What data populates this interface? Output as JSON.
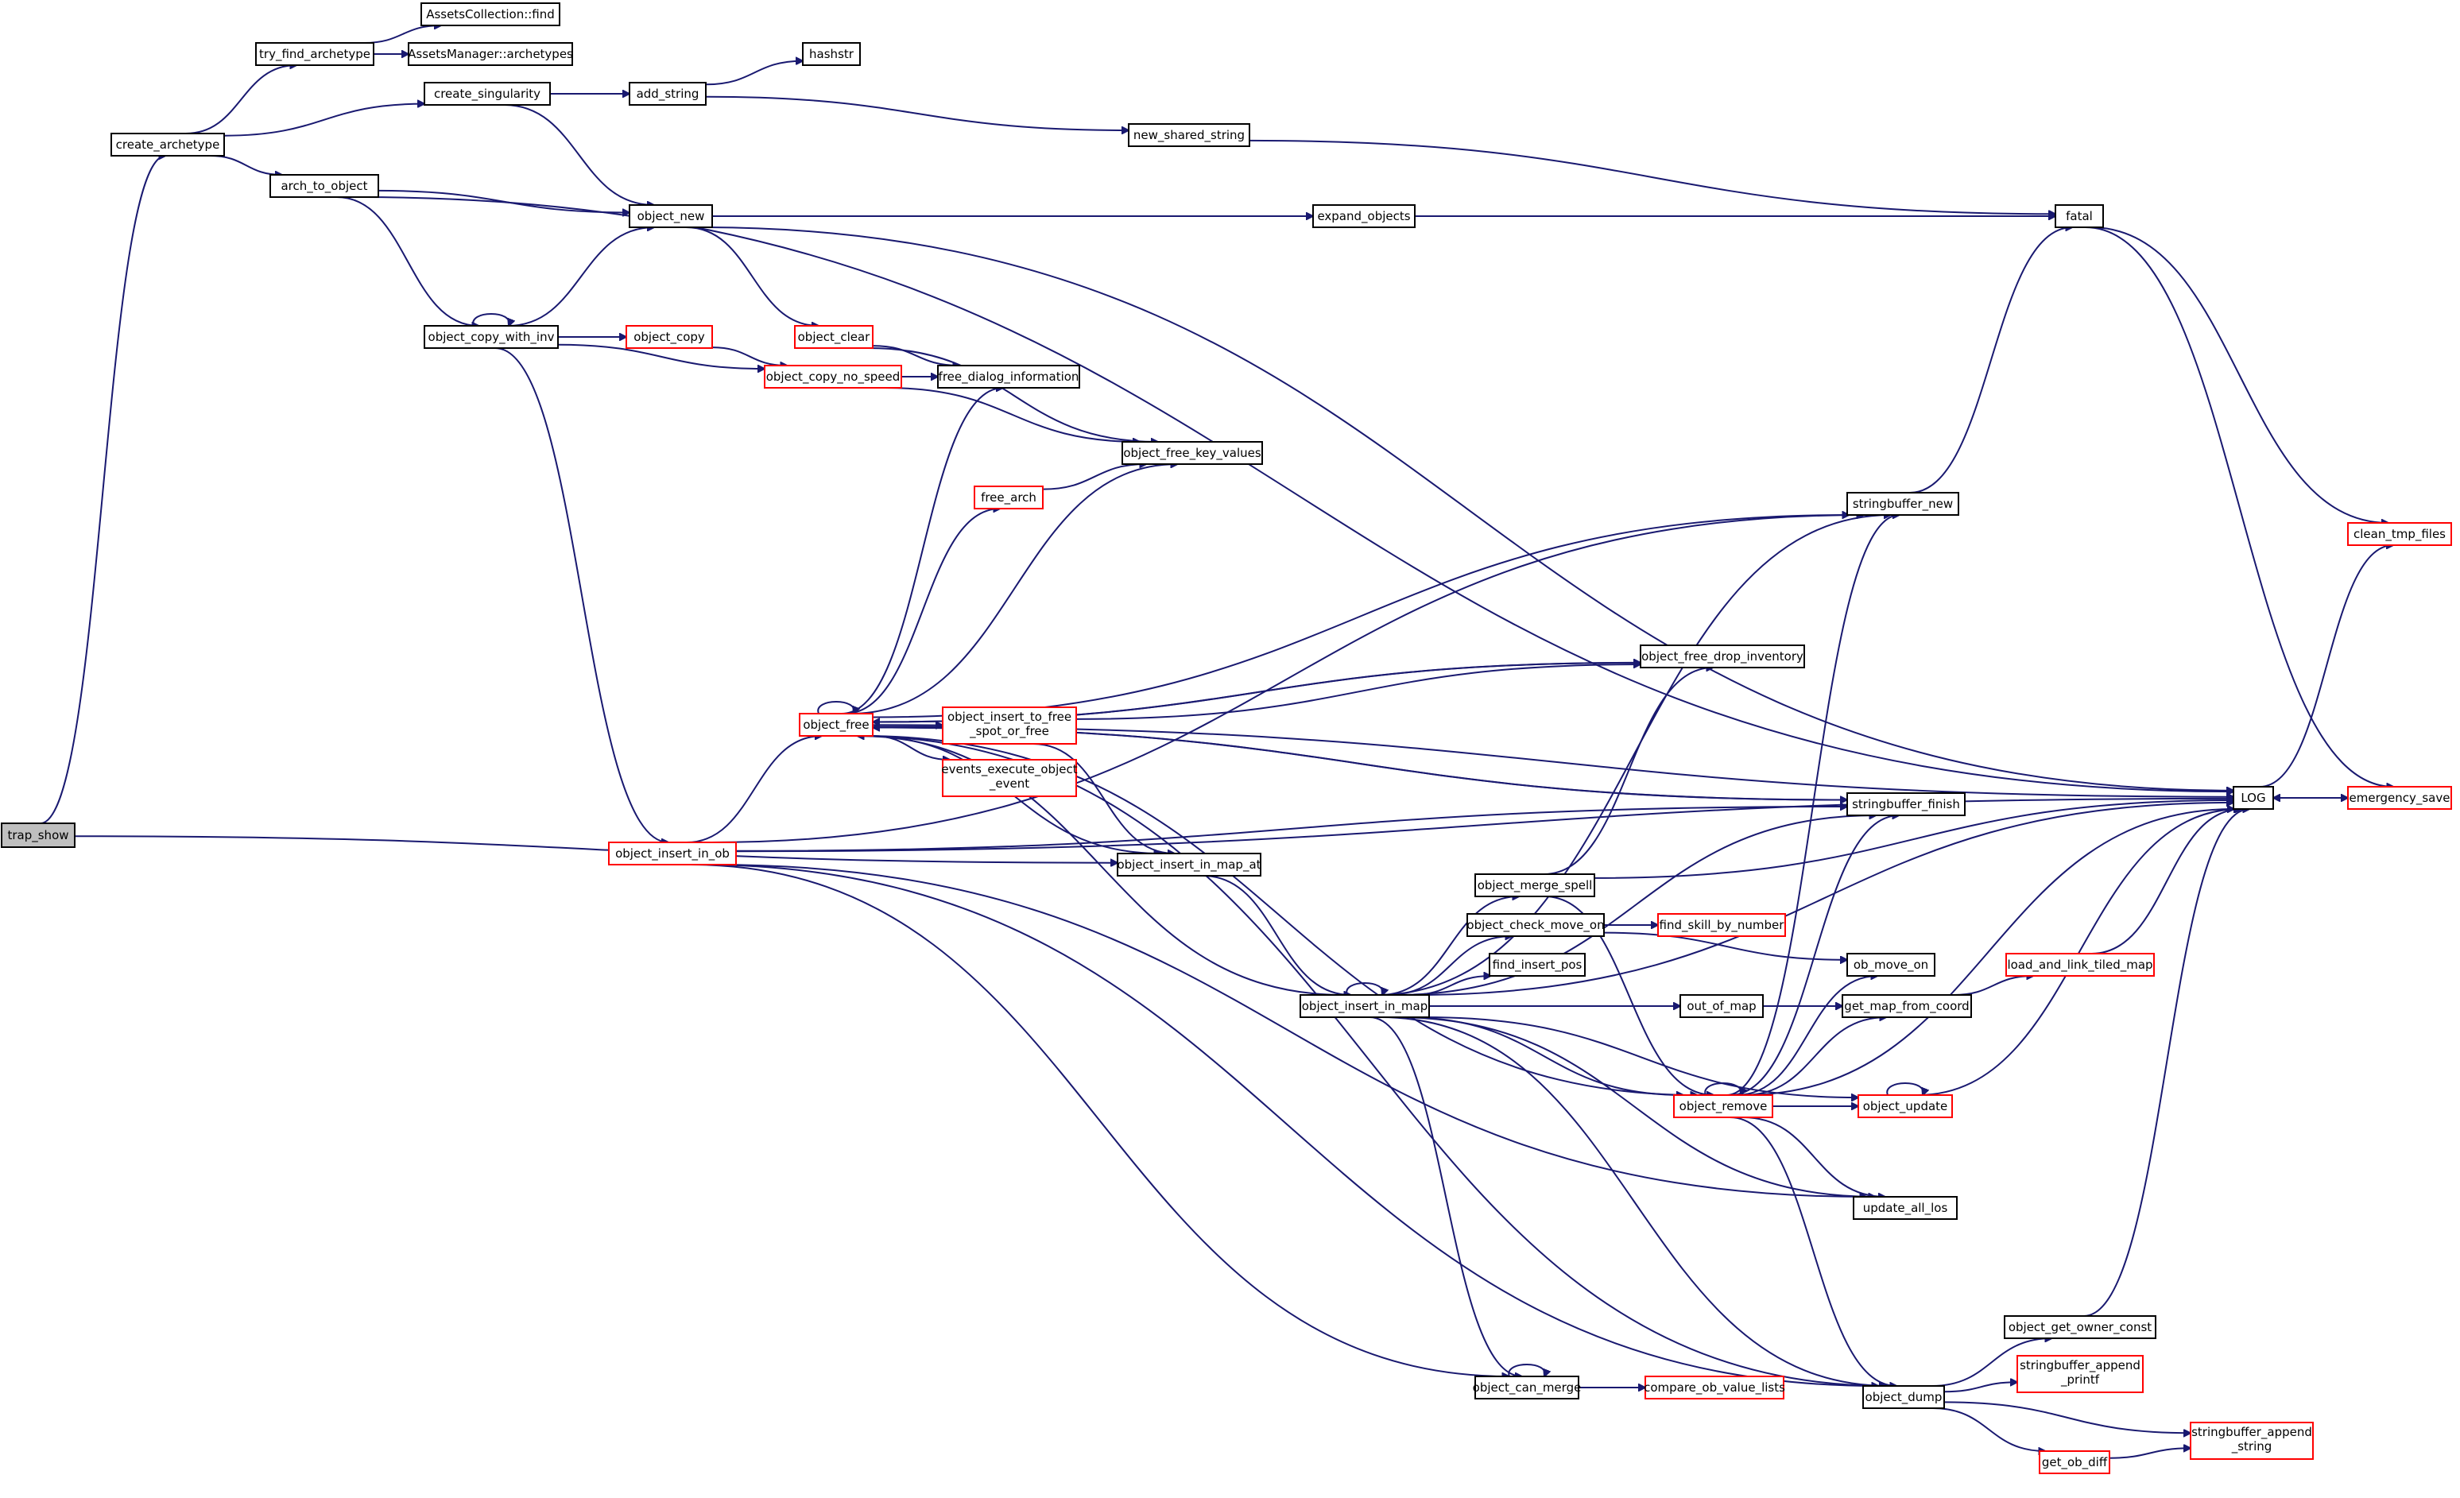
{
  "nodes": [
    {
      "id": "trap_show",
      "lines": [
        "trap_show"
      ],
      "root": true
    },
    {
      "id": "create_archetype",
      "lines": [
        "create_archetype"
      ]
    },
    {
      "id": "try_find_archetype",
      "lines": [
        "try_find_archetype"
      ]
    },
    {
      "id": "AssetsCollection_find",
      "lines": [
        "AssetsCollection::find"
      ]
    },
    {
      "id": "AssetsManager_archetypes",
      "lines": [
        "AssetsManager::archetypes"
      ]
    },
    {
      "id": "create_singularity",
      "lines": [
        "create_singularity"
      ]
    },
    {
      "id": "add_string",
      "lines": [
        "add_string"
      ]
    },
    {
      "id": "hashstr",
      "lines": [
        "hashstr"
      ]
    },
    {
      "id": "new_shared_string",
      "lines": [
        "new_shared_string"
      ]
    },
    {
      "id": "arch_to_object",
      "lines": [
        "arch_to_object"
      ]
    },
    {
      "id": "object_new",
      "lines": [
        "object_new"
      ]
    },
    {
      "id": "expand_objects",
      "lines": [
        "expand_objects"
      ]
    },
    {
      "id": "fatal",
      "lines": [
        "fatal"
      ]
    },
    {
      "id": "object_copy_with_inv",
      "lines": [
        "object_copy_with_inv"
      ]
    },
    {
      "id": "object_copy",
      "lines": [
        "object_copy"
      ],
      "red": true
    },
    {
      "id": "object_clear",
      "lines": [
        "object_clear"
      ],
      "red": true
    },
    {
      "id": "object_copy_no_speed",
      "lines": [
        "object_copy_no_speed"
      ],
      "red": true
    },
    {
      "id": "free_dialog_information",
      "lines": [
        "free_dialog_information"
      ]
    },
    {
      "id": "object_free_key_values",
      "lines": [
        "object_free_key_values"
      ]
    },
    {
      "id": "free_arch",
      "lines": [
        "free_arch"
      ],
      "red": true
    },
    {
      "id": "stringbuffer_new",
      "lines": [
        "stringbuffer_new"
      ]
    },
    {
      "id": "clean_tmp_files",
      "lines": [
        "clean_tmp_files"
      ],
      "red": true
    },
    {
      "id": "object_free_drop_inventory",
      "lines": [
        "object_free_drop_inventory"
      ]
    },
    {
      "id": "object_free",
      "lines": [
        "object_free"
      ],
      "red": true
    },
    {
      "id": "object_insert_to_free_spot_or_free",
      "lines": [
        "object_insert_to_free",
        "_spot_or_free"
      ],
      "red": true
    },
    {
      "id": "events_execute_object_event",
      "lines": [
        "events_execute_object",
        "_event"
      ],
      "red": true
    },
    {
      "id": "stringbuffer_finish",
      "lines": [
        "stringbuffer_finish"
      ]
    },
    {
      "id": "LOG",
      "lines": [
        "LOG"
      ]
    },
    {
      "id": "emergency_save",
      "lines": [
        "emergency_save"
      ],
      "red": true
    },
    {
      "id": "object_insert_in_ob",
      "lines": [
        "object_insert_in_ob"
      ],
      "red": true
    },
    {
      "id": "object_insert_in_map_at",
      "lines": [
        "object_insert_in_map_at"
      ]
    },
    {
      "id": "object_merge_spell",
      "lines": [
        "object_merge_spell"
      ]
    },
    {
      "id": "object_check_move_on",
      "lines": [
        "object_check_move_on"
      ]
    },
    {
      "id": "find_skill_by_number",
      "lines": [
        "find_skill_by_number"
      ],
      "red": true
    },
    {
      "id": "ob_move_on",
      "lines": [
        "ob_move_on"
      ]
    },
    {
      "id": "load_and_link_tiled_map",
      "lines": [
        "load_and_link_tiled_map"
      ],
      "red": true
    },
    {
      "id": "find_insert_pos",
      "lines": [
        "find_insert_pos"
      ]
    },
    {
      "id": "object_insert_in_map",
      "lines": [
        "object_insert_in_map"
      ]
    },
    {
      "id": "out_of_map",
      "lines": [
        "out_of_map"
      ]
    },
    {
      "id": "get_map_from_coord",
      "lines": [
        "get_map_from_coord"
      ]
    },
    {
      "id": "object_remove",
      "lines": [
        "object_remove"
      ],
      "red": true
    },
    {
      "id": "object_update",
      "lines": [
        "object_update"
      ],
      "red": true
    },
    {
      "id": "update_all_los",
      "lines": [
        "update_all_los"
      ]
    },
    {
      "id": "object_get_owner_const",
      "lines": [
        "object_get_owner_const"
      ]
    },
    {
      "id": "stringbuffer_append_printf",
      "lines": [
        "stringbuffer_append",
        "_printf"
      ],
      "red": true
    },
    {
      "id": "object_can_merge",
      "lines": [
        "object_can_merge"
      ]
    },
    {
      "id": "compare_ob_value_lists",
      "lines": [
        "compare_ob_value_lists"
      ],
      "red": true
    },
    {
      "id": "object_dump",
      "lines": [
        "object_dump"
      ]
    },
    {
      "id": "stringbuffer_append_string",
      "lines": [
        "stringbuffer_append",
        "_string"
      ],
      "red": true
    },
    {
      "id": "get_ob_diff",
      "lines": [
        "get_ob_diff"
      ],
      "red": true
    }
  ],
  "edges": [
    [
      "trap_show",
      "create_archetype"
    ],
    [
      "trap_show",
      "object_insert_in_map_at"
    ],
    [
      "create_archetype",
      "try_find_archetype"
    ],
    [
      "create_archetype",
      "create_singularity"
    ],
    [
      "create_archetype",
      "arch_to_object"
    ],
    [
      "try_find_archetype",
      "AssetsCollection_find"
    ],
    [
      "try_find_archetype",
      "AssetsManager_archetypes"
    ],
    [
      "create_singularity",
      "add_string"
    ],
    [
      "create_singularity",
      "object_new"
    ],
    [
      "add_string",
      "hashstr"
    ],
    [
      "add_string",
      "new_shared_string"
    ],
    [
      "new_shared_string",
      "fatal"
    ],
    [
      "arch_to_object",
      "LOG"
    ],
    [
      "arch_to_object",
      "object_new"
    ],
    [
      "arch_to_object",
      "object_copy_with_inv"
    ],
    [
      "object_new",
      "fatal"
    ],
    [
      "object_new",
      "expand_objects"
    ],
    [
      "object_new",
      "LOG"
    ],
    [
      "object_new",
      "object_clear"
    ],
    [
      "expand_objects",
      "fatal"
    ],
    [
      "fatal",
      "clean_tmp_files"
    ],
    [
      "fatal",
      "emergency_save"
    ],
    [
      "object_copy_with_inv",
      "object_copy_with_inv"
    ],
    [
      "object_copy_with_inv",
      "object_new"
    ],
    [
      "object_copy_with_inv",
      "object_copy"
    ],
    [
      "object_copy_with_inv",
      "object_copy_no_speed"
    ],
    [
      "object_copy_with_inv",
      "object_insert_in_ob"
    ],
    [
      "object_copy",
      "object_copy_no_speed"
    ],
    [
      "object_clear",
      "free_dialog_information"
    ],
    [
      "object_clear",
      "object_free_key_values"
    ],
    [
      "object_copy_no_speed",
      "free_dialog_information"
    ],
    [
      "object_copy_no_speed",
      "object_free_key_values"
    ],
    [
      "free_arch",
      "object_free_key_values"
    ],
    [
      "stringbuffer_new",
      "fatal"
    ],
    [
      "LOG",
      "clean_tmp_files"
    ],
    [
      "LOG",
      "emergency_save"
    ],
    [
      "emergency_save",
      "LOG"
    ],
    [
      "object_free",
      "object_free"
    ],
    [
      "object_free",
      "free_dialog_information"
    ],
    [
      "object_free",
      "object_free_key_values"
    ],
    [
      "object_free",
      "free_arch"
    ],
    [
      "object_free",
      "stringbuffer_new"
    ],
    [
      "object_free",
      "LOG"
    ],
    [
      "object_free",
      "object_free_drop_inventory"
    ],
    [
      "object_free",
      "object_insert_to_free_spot_or_free"
    ],
    [
      "object_free",
      "events_execute_object_event"
    ],
    [
      "object_free",
      "stringbuffer_finish"
    ],
    [
      "object_free",
      "object_insert_in_map_at"
    ],
    [
      "object_free",
      "object_remove"
    ],
    [
      "object_free",
      "object_dump"
    ],
    [
      "object_insert_to_free_spot_or_free",
      "object_free_drop_inventory"
    ],
    [
      "object_insert_to_free_spot_or_free",
      "object_insert_in_map_at"
    ],
    [
      "object_free_drop_inventory",
      "object_free"
    ],
    [
      "stringbuffer_finish",
      "object_free"
    ],
    [
      "object_insert_in_ob",
      "object_free"
    ],
    [
      "object_insert_in_ob",
      "stringbuffer_new"
    ],
    [
      "object_insert_in_ob",
      "LOG"
    ],
    [
      "object_insert_in_ob",
      "stringbuffer_finish"
    ],
    [
      "object_insert_in_ob",
      "update_all_los"
    ],
    [
      "object_insert_in_ob",
      "object_can_merge"
    ],
    [
      "object_insert_in_ob",
      "object_dump"
    ],
    [
      "object_insert_in_map_at",
      "object_insert_in_map"
    ],
    [
      "object_insert_in_map",
      "object_insert_in_map"
    ],
    [
      "object_insert_in_map",
      "object_free"
    ],
    [
      "object_insert_in_map",
      "stringbuffer_new"
    ],
    [
      "object_insert_in_map",
      "stringbuffer_finish"
    ],
    [
      "object_insert_in_map",
      "object_merge_spell"
    ],
    [
      "object_insert_in_map",
      "object_check_move_on"
    ],
    [
      "object_insert_in_map",
      "find_insert_pos"
    ],
    [
      "object_insert_in_map",
      "out_of_map"
    ],
    [
      "object_insert_in_map",
      "get_map_from_coord"
    ],
    [
      "object_insert_in_map",
      "object_remove"
    ],
    [
      "object_insert_in_map",
      "object_update"
    ],
    [
      "object_insert_in_map",
      "update_all_los"
    ],
    [
      "object_insert_in_map",
      "LOG"
    ],
    [
      "object_insert_in_map",
      "object_can_merge"
    ],
    [
      "object_insert_in_map",
      "object_dump"
    ],
    [
      "object_merge_spell",
      "object_free_drop_inventory"
    ],
    [
      "object_merge_spell",
      "LOG"
    ],
    [
      "object_merge_spell",
      "object_remove"
    ],
    [
      "object_check_move_on",
      "find_skill_by_number"
    ],
    [
      "object_check_move_on",
      "ob_move_on"
    ],
    [
      "out_of_map",
      "get_map_from_coord"
    ],
    [
      "get_map_from_coord",
      "load_and_link_tiled_map"
    ],
    [
      "load_and_link_tiled_map",
      "LOG"
    ],
    [
      "object_remove",
      "object_remove"
    ],
    [
      "object_remove",
      "stringbuffer_new"
    ],
    [
      "object_remove",
      "stringbuffer_finish"
    ],
    [
      "object_remove",
      "ob_move_on"
    ],
    [
      "object_remove",
      "get_map_from_coord"
    ],
    [
      "object_remove",
      "LOG"
    ],
    [
      "object_remove",
      "object_update"
    ],
    [
      "object_remove",
      "update_all_los"
    ],
    [
      "object_remove",
      "object_dump"
    ],
    [
      "object_update",
      "object_update"
    ],
    [
      "object_update",
      "LOG"
    ],
    [
      "object_can_merge",
      "object_can_merge"
    ],
    [
      "object_can_merge",
      "compare_ob_value_lists"
    ],
    [
      "object_dump",
      "object_get_owner_const"
    ],
    [
      "object_dump",
      "stringbuffer_append_printf"
    ],
    [
      "object_dump",
      "stringbuffer_append_string"
    ],
    [
      "object_dump",
      "get_ob_diff"
    ],
    [
      "object_get_owner_const",
      "LOG"
    ],
    [
      "get_ob_diff",
      "stringbuffer_append_string"
    ]
  ]
}
